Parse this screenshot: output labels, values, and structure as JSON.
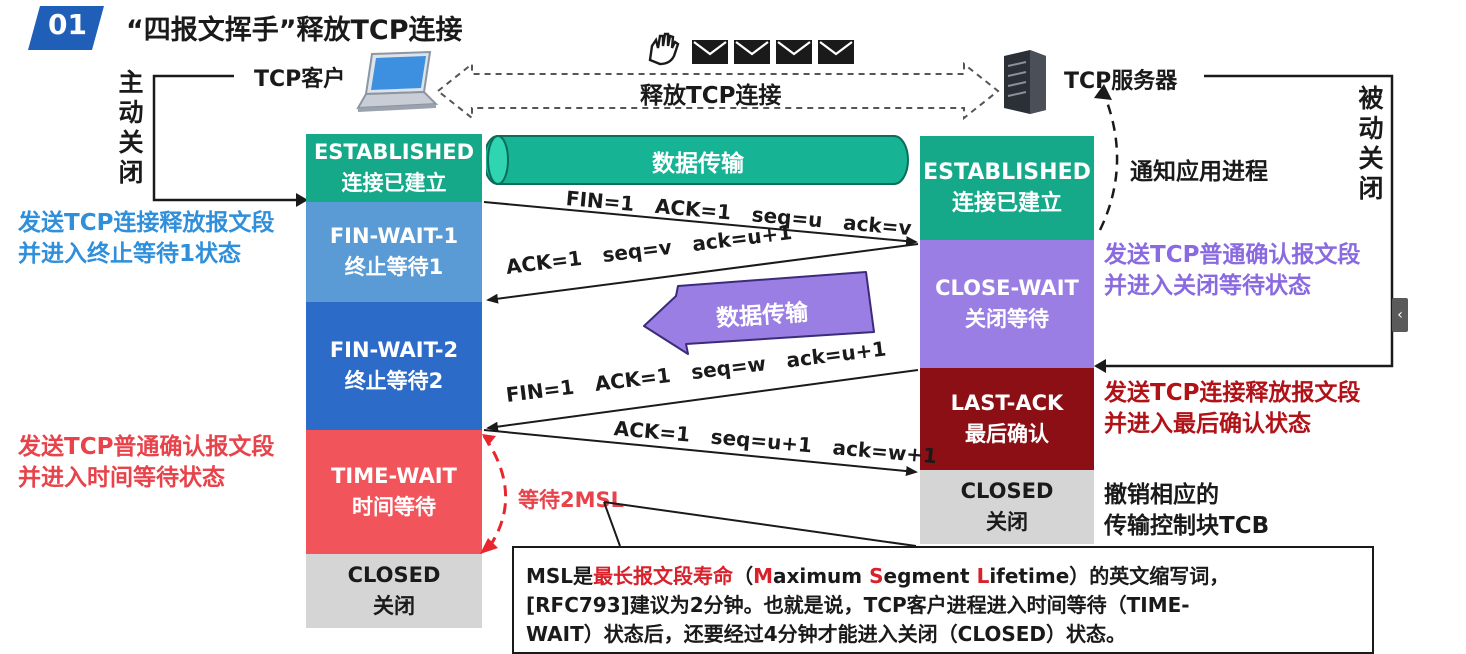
{
  "header": {
    "badge": "01",
    "title": "“四报文挥手”释放TCP连接"
  },
  "top": {
    "client_label": "TCP客户",
    "server_label": "TCP服务器",
    "release_label": "释放TCP连接"
  },
  "client_side": {
    "vertical_label": [
      "主",
      "动",
      "关",
      "闭"
    ]
  },
  "server_side": {
    "vertical_label": [
      "被",
      "动",
      "关",
      "闭"
    ],
    "notify_label": "通知应用进程"
  },
  "client_states": [
    {
      "en": "ESTABLISHED",
      "zh": "连接已建立",
      "color": "#15a98a"
    },
    {
      "en": "FIN-WAIT-1",
      "zh": "终止等待1",
      "color": "#5b9bd5"
    },
    {
      "en": "FIN-WAIT-2",
      "zh": "终止等待2",
      "color": "#2c6cc8"
    },
    {
      "en": "TIME-WAIT",
      "zh": "时间等待",
      "color": "#f2545b"
    },
    {
      "en": "CLOSED",
      "zh": "关闭",
      "color": "#d5d5d5"
    }
  ],
  "server_states": [
    {
      "en": "ESTABLISHED",
      "zh": "连接已建立",
      "color": "#15a98a"
    },
    {
      "en": "CLOSE-WAIT",
      "zh": "关闭等待",
      "color": "#9b7ee4"
    },
    {
      "en": "LAST-ACK",
      "zh": "最后确认",
      "color": "#8b0f14"
    },
    {
      "en": "CLOSED",
      "zh": "关闭",
      "color": "#d5d5d5"
    }
  ],
  "data_transfer": {
    "top": "数据传输",
    "middle": "数据传输"
  },
  "messages": {
    "fin1": [
      "FIN=1",
      "ACK=1",
      "seq=u",
      "ack=v"
    ],
    "ack1": [
      "ACK=1",
      "seq=v",
      "ack=u+1"
    ],
    "fin2": [
      "FIN=1",
      "ACK=1",
      "seq=w",
      "ack=u+1"
    ],
    "ack2": [
      "ACK=1",
      "seq=u+1",
      "ack=w+1"
    ]
  },
  "client_notes": {
    "fin_wait_1": [
      "发送TCP连接释放报文段",
      "并进入终止等待1状态"
    ],
    "time_wait": [
      "发送TCP普通确认报文段",
      "并进入时间等待状态"
    ]
  },
  "server_notes": {
    "close_wait": [
      "发送TCP普通确认报文段",
      "并进入关闭等待状态"
    ],
    "last_ack": [
      "发送TCP连接释放报文段",
      "并进入最后确认状态"
    ],
    "closed": [
      "撤销相应的",
      "传输控制块TCB"
    ]
  },
  "wait_label": "等待2MSL",
  "msl_note": {
    "l1a": "MSL是",
    "l1b": "最长报文段寿命",
    "l1c": "（",
    "l1M": "M",
    "l1d": "aximum ",
    "l1S": "S",
    "l1e": "egment ",
    "l1L": "L",
    "l1f": "ifetime）的英文缩写词，",
    "l2": "[RFC793]建议为2分钟。也就是说，TCP客户进程进入时间等待（TIME-",
    "l3": "WAIT）状态后，还要经过4分钟才能进入关闭（CLOSED）状态。"
  },
  "colors": {
    "blue_note": "#2f8fdb",
    "purple_note": "#8a6ae0",
    "red_note": "#b01218",
    "pink_note": "#e8424a",
    "badge": "#1f5fb8"
  },
  "icons": {
    "collapse": "‹"
  }
}
